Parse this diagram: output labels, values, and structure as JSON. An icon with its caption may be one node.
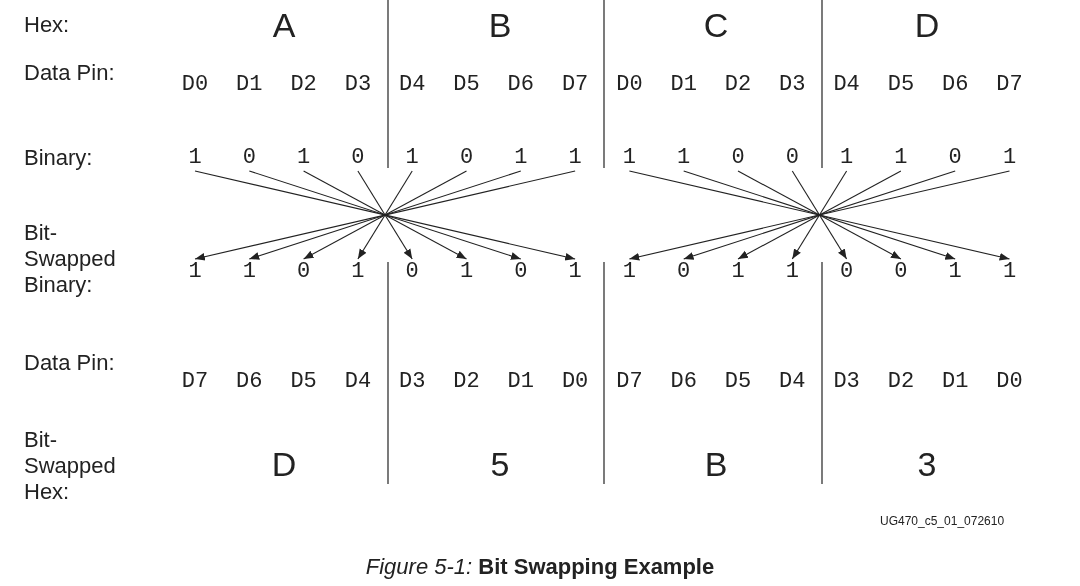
{
  "diagram": {
    "caption": "*Figure 5-1:* **Bit Swapping Example**",
    "nodes": [
      {
        "text": [
          "1"
        ]
      },
      {
        "text": [
          "0"
        ]
      },
      {
        "text": [
          "1"
        ]
      },
      {
        "text": [
          "0"
        ]
      },
      {
        "text": [
          "1"
        ]
      },
      {
        "text": [
          "0"
        ]
      },
      {
        "text": [
          "1"
        ]
      },
      {
        "text": [
          "1"
        ]
      },
      {
        "text": [
          "1"
        ]
      },
      {
        "text": [
          "1"
        ]
      },
      {
        "text": [
          "0"
        ]
      },
      {
        "text": [
          "0"
        ]
      },
      {
        "text": [
          "1"
        ]
      },
      {
        "text": [
          "1"
        ]
      },
      {
        "text": [
          "0"
        ]
      },
      {
        "text": [
          "1"
        ]
      },
      {
        "text": [
          "1"
        ]
      },
      {
        "text": [
          "1"
        ]
      },
      {
        "text": [
          "0"
        ]
      },
      {
        "text": [
          "1"
        ]
      },
      {
        "text": [
          "0"
        ]
      },
      {
        "text": [
          "1"
        ]
      },
      {
        "text": [
          "0"
        ]
      },
      {
        "text": [
          "1"
        ]
      },
      {
        "text": [
          "1"
        ]
      },
      {
        "text": [
          "0"
        ]
      },
      {
        "text": [
          "1"
        ]
      },
      {
        "text": [
          "1"
        ]
      },
      {
        "text": [
          "0"
        ]
      },
      {
        "text": [
          "0"
        ]
      },
      {
        "text": [
          "1"
        ]
      },
      {
        "text": [
          "1"
        ]
      }
    ],
    "edges": [
      {
        "from": 0,
        "to": 23,
        "arrow": "to"
      },
      {
        "from": 1,
        "to": 22,
        "arrow": "to"
      },
      {
        "from": 2,
        "to": 21,
        "arrow": "to"
      },
      {
        "from": 3,
        "to": 20,
        "arrow": "to"
      },
      {
        "from": 4,
        "to": 19,
        "arrow": "to"
      },
      {
        "from": 5,
        "to": 18,
        "arrow": "to"
      },
      {
        "from": 6,
        "to": 17,
        "arrow": "to"
      },
      {
        "from": 7,
        "to": 16,
        "arrow": "to"
      },
      {
        "from": 8,
        "to": 31,
        "arrow": "to"
      },
      {
        "from": 9,
        "to": 30,
        "arrow": "to"
      },
      {
        "from": 10,
        "to": 29,
        "arrow": "to"
      },
      {
        "from": 11,
        "to": 28,
        "arrow": "to"
      },
      {
        "from": 12,
        "to": 27,
        "arrow": "to"
      },
      {
        "from": 13,
        "to": 26,
        "arrow": "to"
      },
      {
        "from": 14,
        "to": 25,
        "arrow": "to"
      },
      {
        "from": 15,
        "to": 24,
        "arrow": "to"
      }
    ],
    "labels": [
      "Hex:",
      "A",
      "B",
      "C",
      "D",
      "Data Pin:",
      "D0",
      "D1",
      "D2",
      "D3",
      "D4",
      "D5",
      "D6",
      "D7",
      "D0",
      "D1",
      "D2",
      "D3",
      "D4",
      "D5",
      "D6",
      "D7",
      "Binary:",
      "Bit-Swapped Binary:",
      "Data Pin:",
      "D7",
      "D6",
      "D5",
      "D4",
      "D3",
      "D2",
      "D1",
      "D0",
      "D7",
      "D6",
      "D5",
      "D4",
      "D3",
      "D2",
      "D1",
      "D0",
      "Bit-Swapped Hex:",
      "D",
      "5",
      "B",
      "3",
      "UG470_c5_01_072610"
    ]
  }
}
